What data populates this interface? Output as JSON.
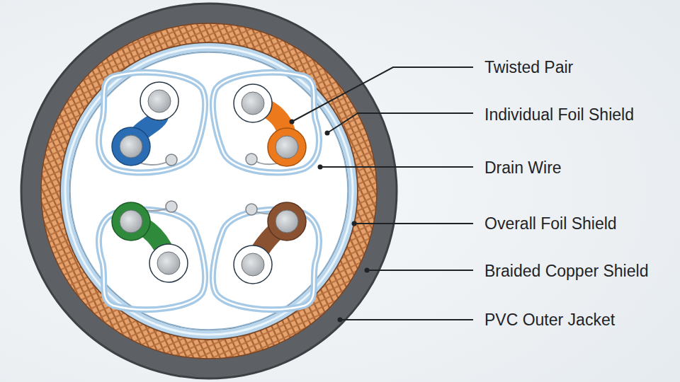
{
  "diagram": {
    "labels": [
      "Twisted Pair",
      "Individual Foil Shield",
      "Drain Wire",
      "Overall Foil Shield",
      "Braided Copper Shield",
      "PVC Outer Jacket"
    ]
  }
}
